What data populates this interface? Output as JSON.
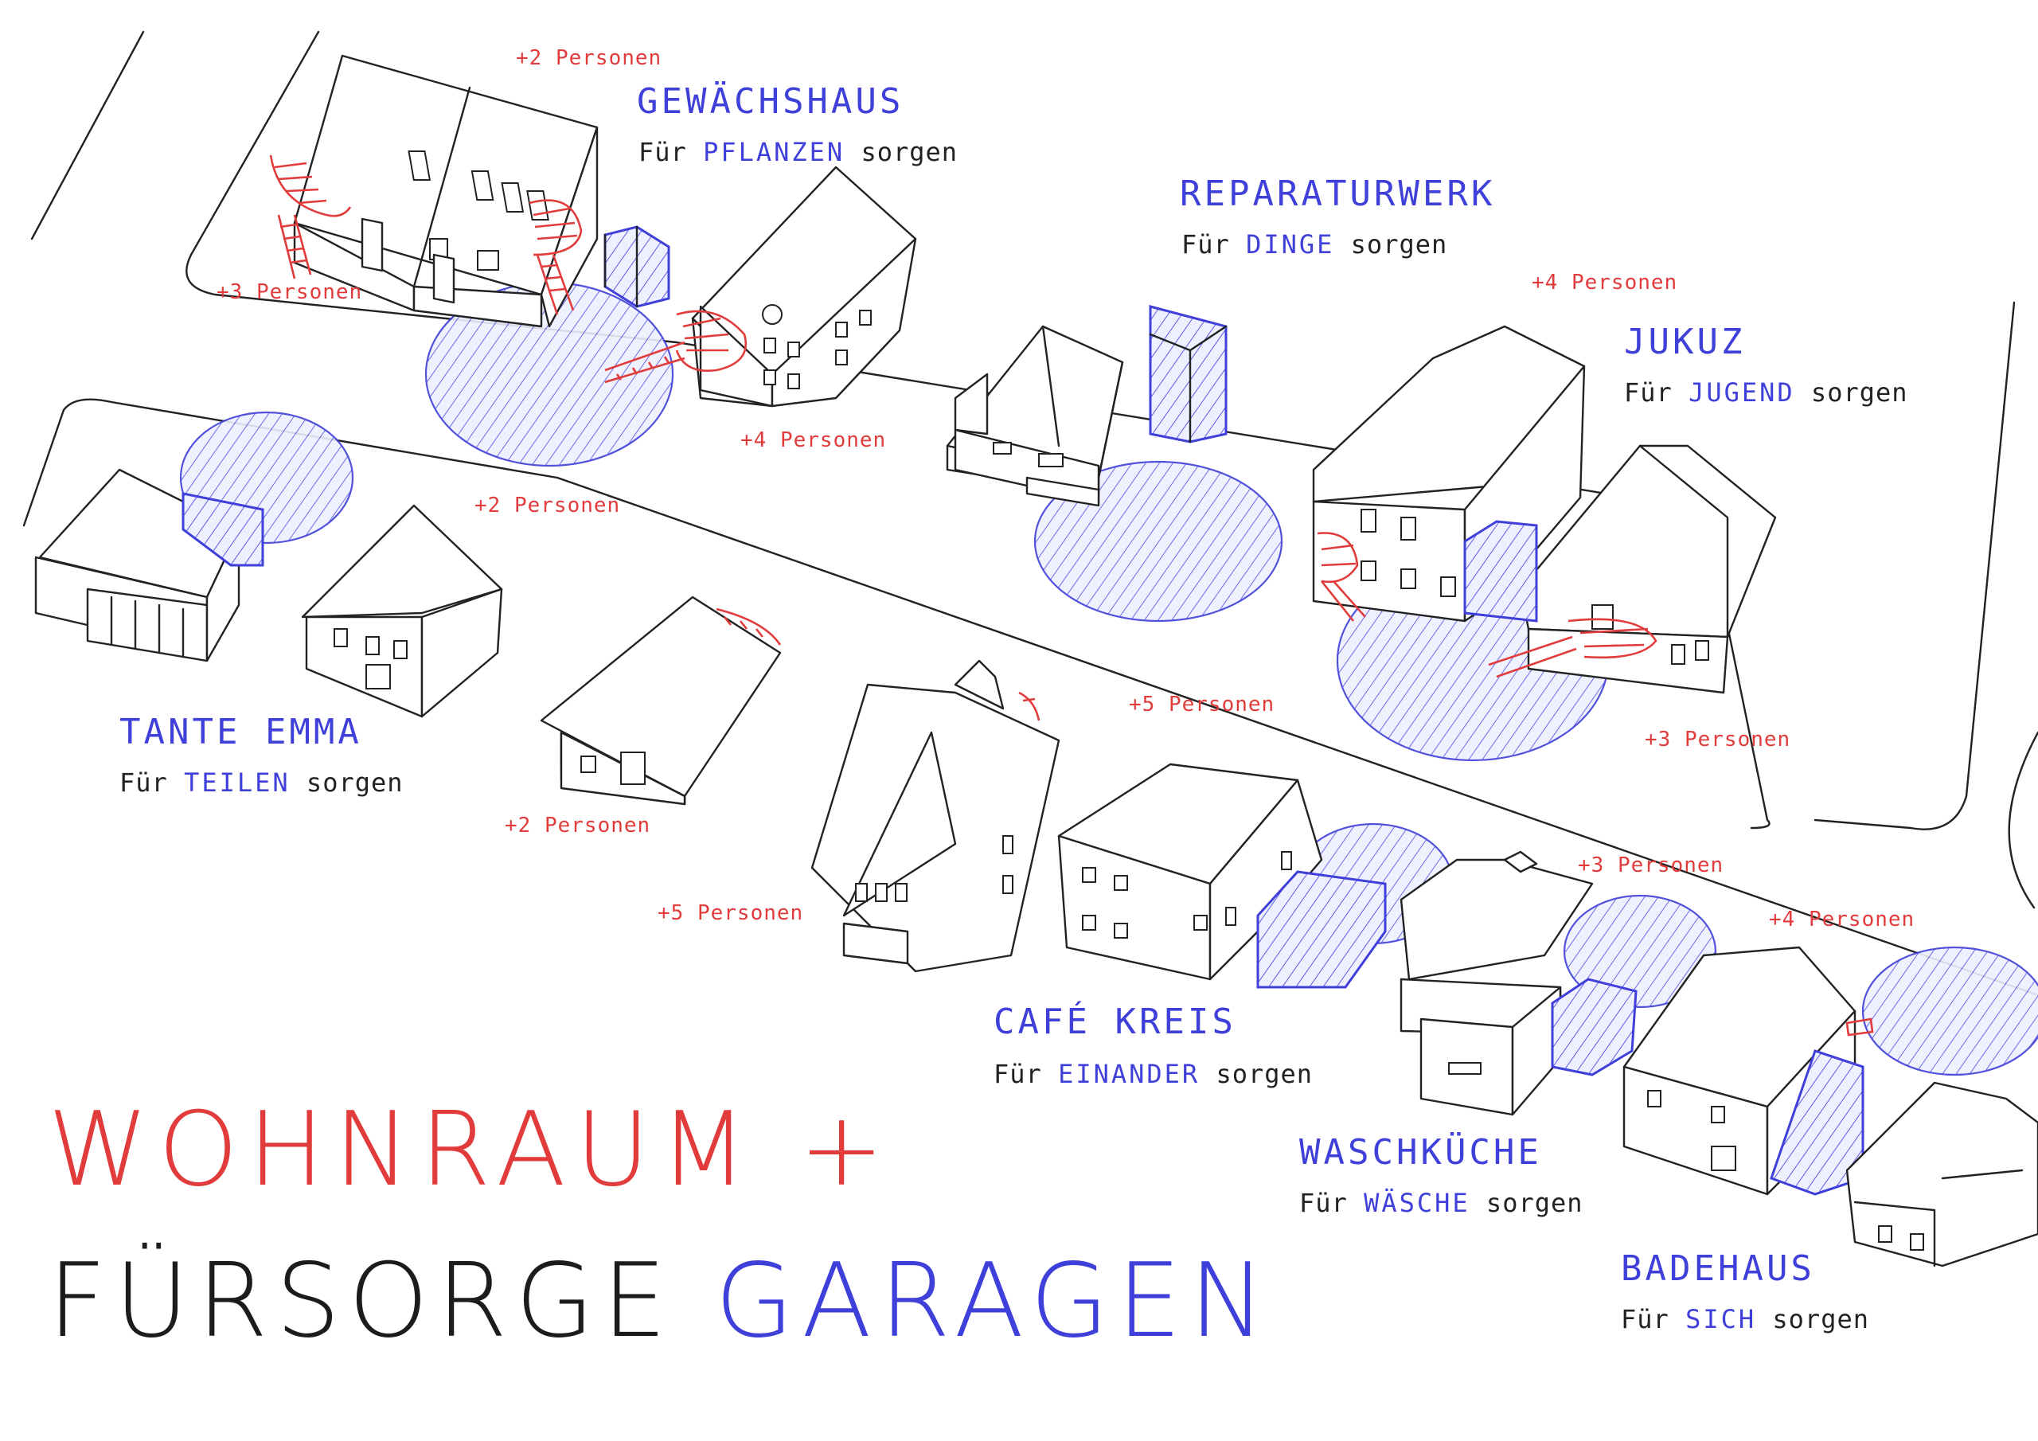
{
  "title": {
    "line1": "WOHNRAUM +",
    "line2_black": "FÜRSORGE ",
    "line2_blue": "GARAGEN"
  },
  "colors": {
    "blue": "#3f3fd9",
    "red": "#e23b3b",
    "ink": "#222222"
  },
  "places": [
    {
      "name": "GEWÄCHSHAUS",
      "prefix": "Für ",
      "keyword": "PFLANZEN",
      "suffix": " sorgen"
    },
    {
      "name": "REPARATURWERK",
      "prefix": "Für ",
      "keyword": "DINGE",
      "suffix": " sorgen"
    },
    {
      "name": "JUKUZ",
      "prefix": "Für ",
      "keyword": "JUGEND",
      "suffix": " sorgen"
    },
    {
      "name": "TANTE EMMA",
      "prefix": "Für ",
      "keyword": "TEILEN",
      "suffix": " sorgen"
    },
    {
      "name": "CAFÉ KREIS",
      "prefix": "Für ",
      "keyword": "EINANDER",
      "suffix": " sorgen"
    },
    {
      "name": "WASCHKÜCHE",
      "prefix": "Für ",
      "keyword": "WÄSCHE",
      "suffix": " sorgen"
    },
    {
      "name": "BADEHAUS",
      "prefix": "Für ",
      "keyword": "SICH",
      "suffix": " sorgen"
    }
  ],
  "person_labels": [
    "+2 Personen",
    "+3 Personen",
    "+4 Personen",
    "+4 Personen",
    "+2 Personen",
    "+3 Personen",
    "+2 Personen",
    "+5 Personen",
    "+5 Personen",
    "+3 Personen",
    "+4 Personen"
  ]
}
